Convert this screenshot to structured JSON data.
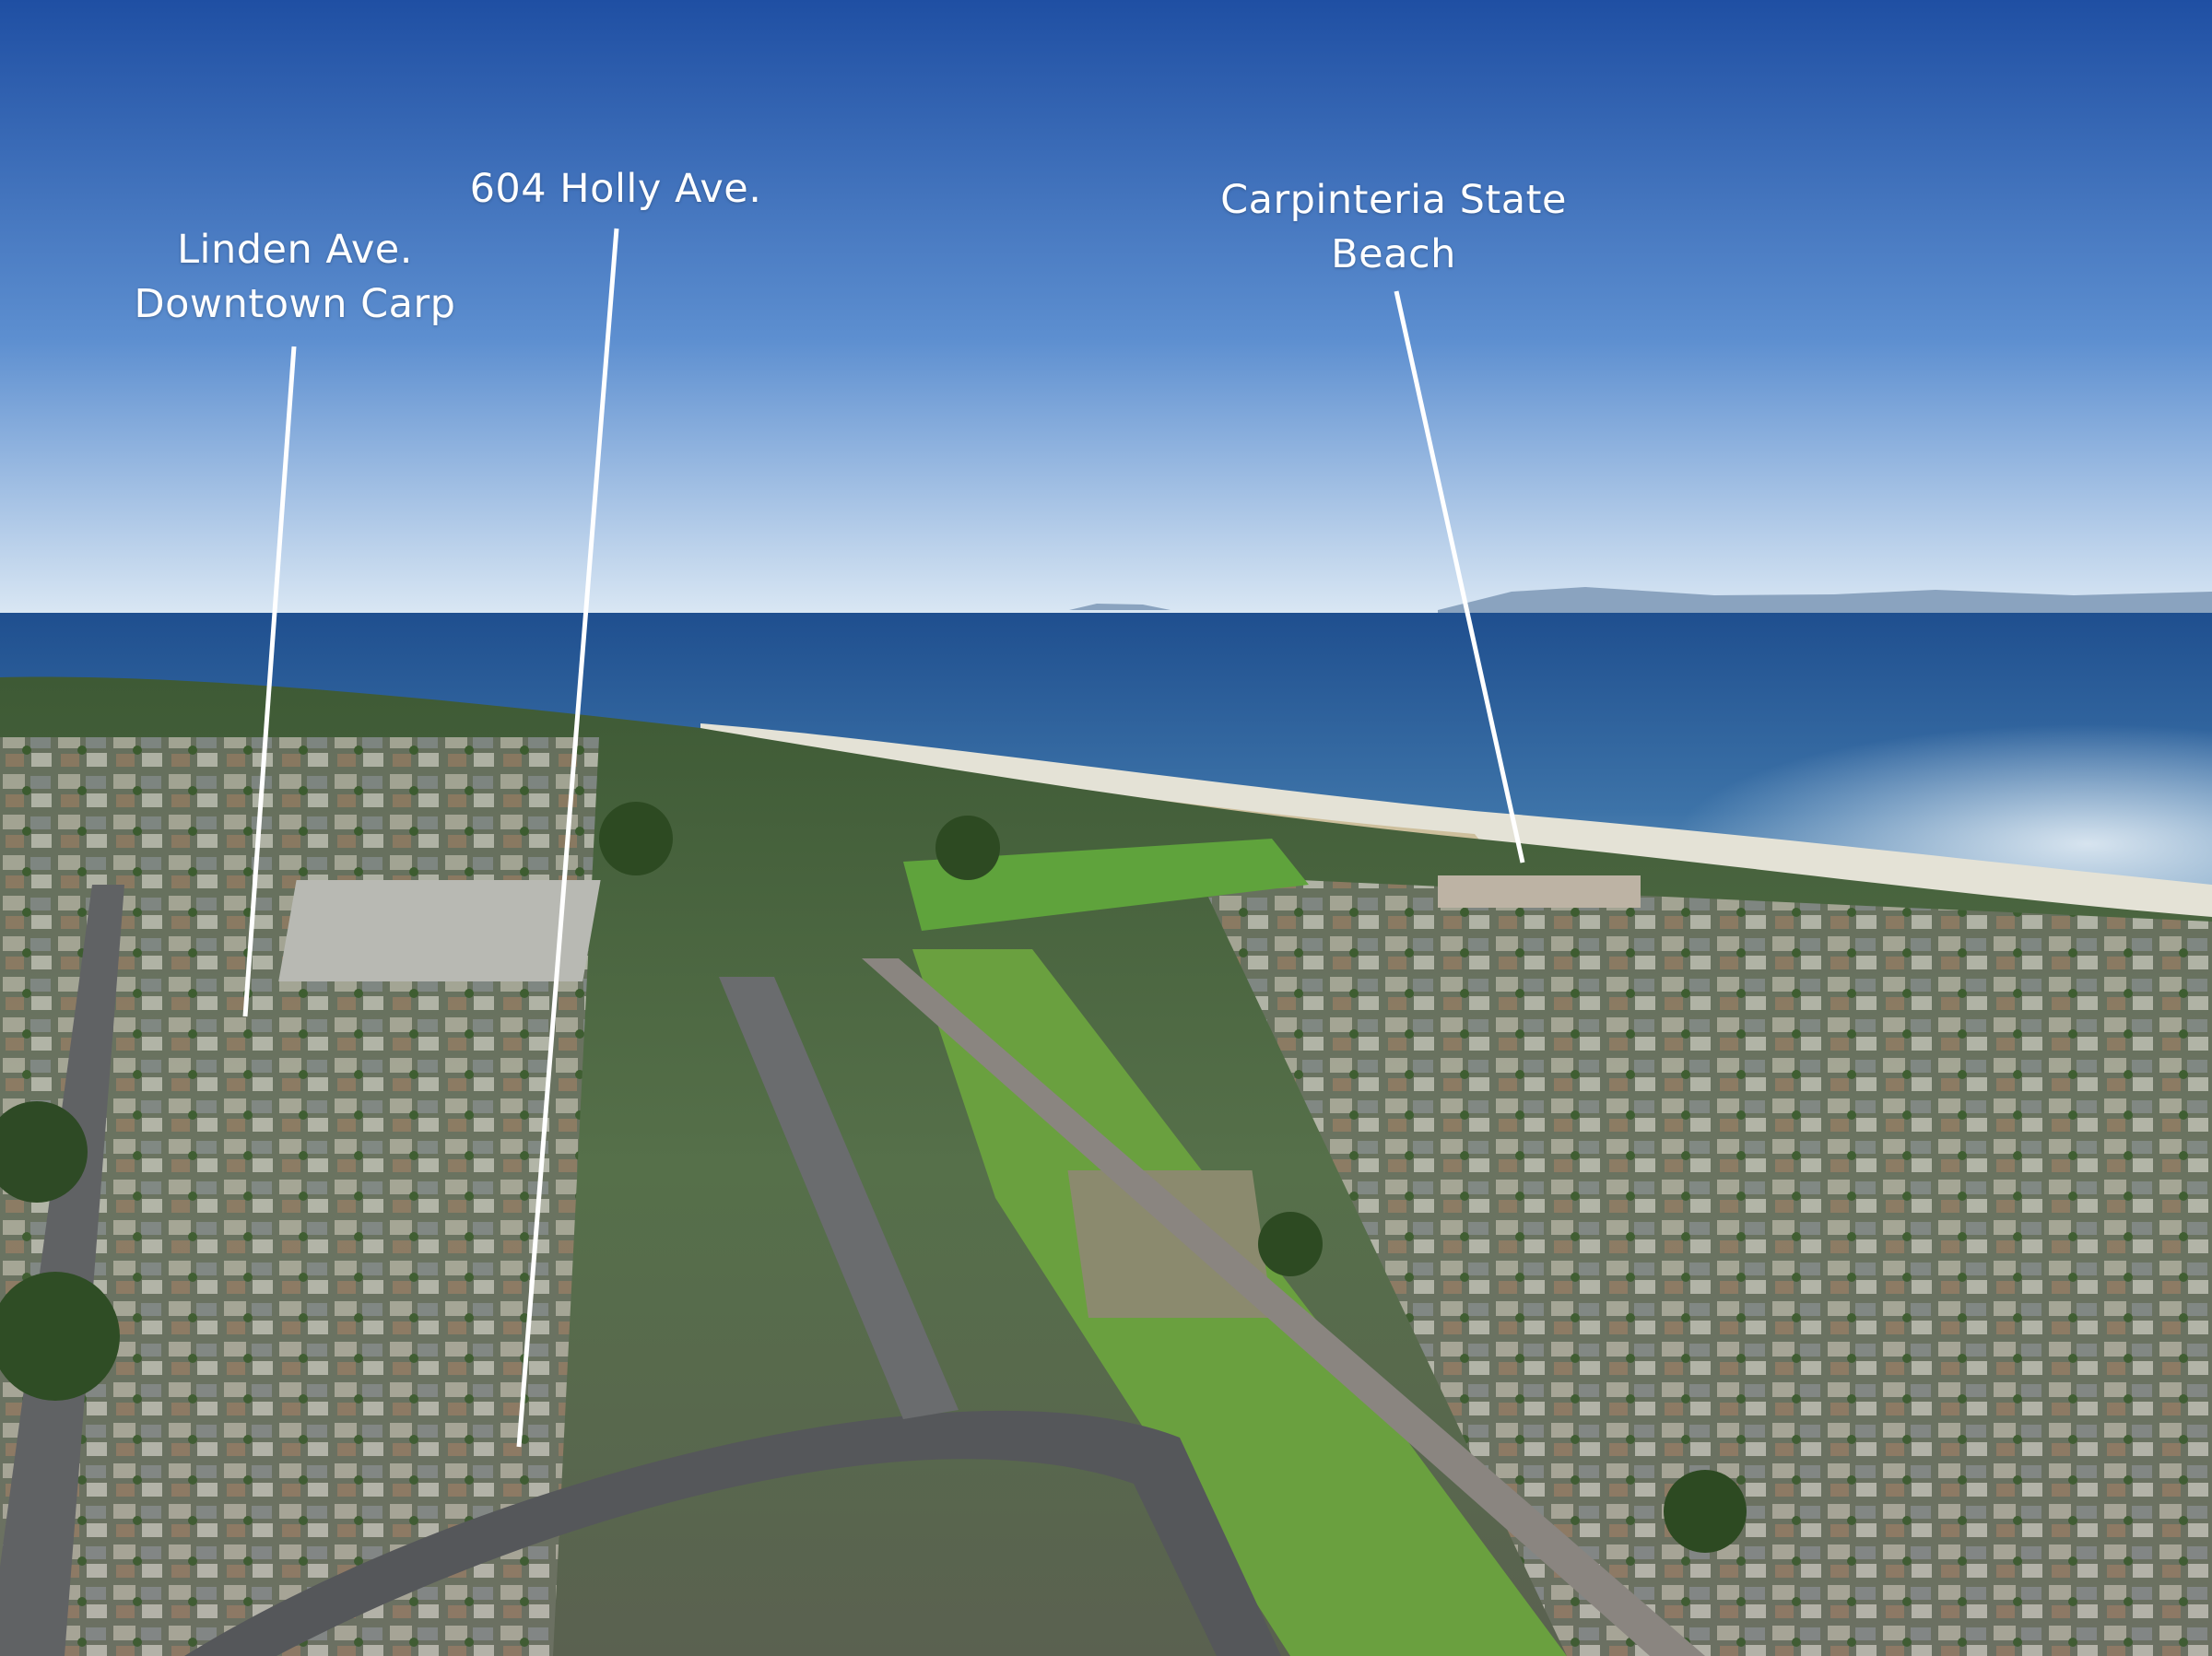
{
  "photo": {
    "subject": "Aerial view of Carpinteria neighborhood and coastline"
  },
  "annotations": [
    {
      "id": "linden",
      "lines": [
        "Linden Ave.",
        "Downtown Carp"
      ]
    },
    {
      "id": "holly",
      "lines": [
        "604 Holly Ave."
      ]
    },
    {
      "id": "beach",
      "lines": [
        "Carpinteria State",
        "Beach"
      ]
    }
  ],
  "colors": {
    "sky_top": "#1f52a6",
    "sky_horizon": "#dbe9f5",
    "ocean": "#2d5e96",
    "land": "#4c6a3a",
    "label": "#ffffff"
  }
}
